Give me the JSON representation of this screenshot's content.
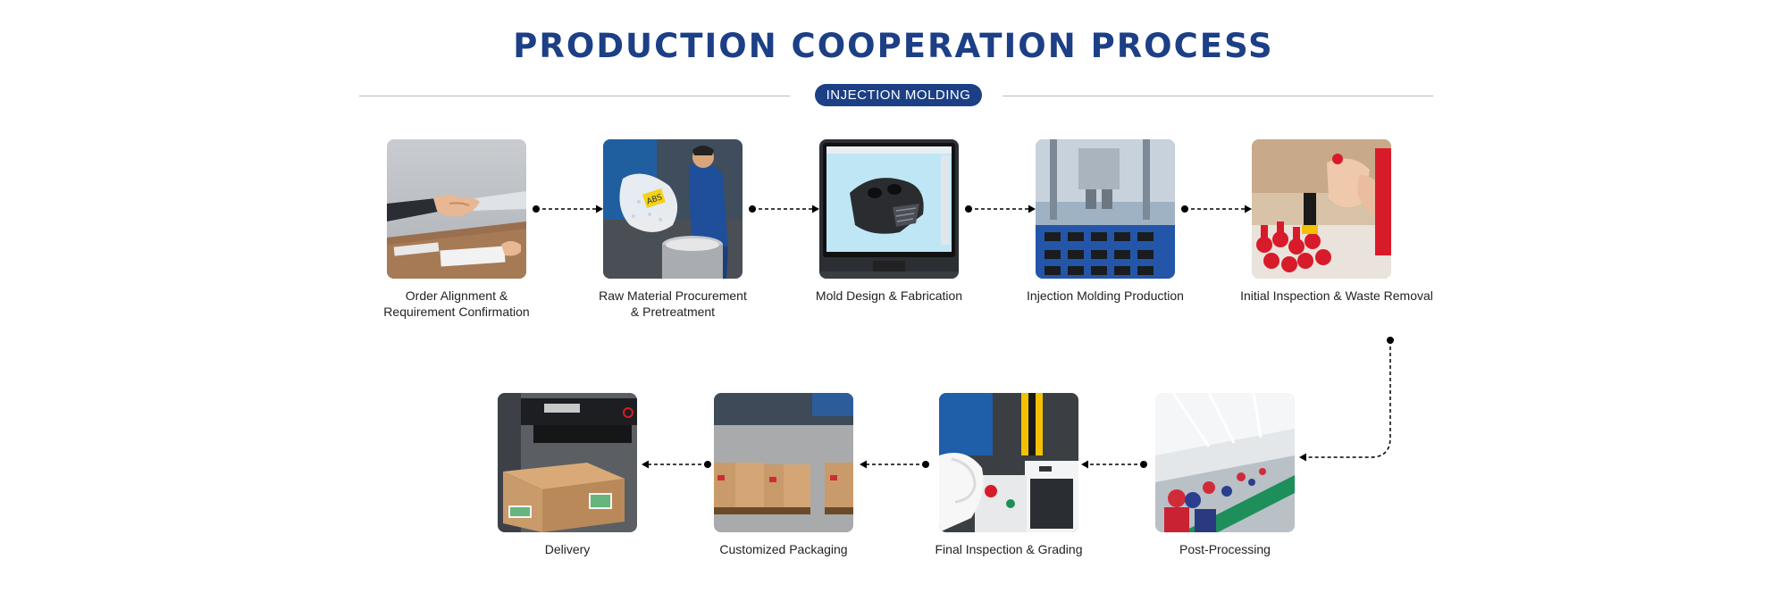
{
  "header": {
    "title": "PRODUCTION COOPERATION PROCESS",
    "badge": "INJECTION MOLDING"
  },
  "steps": [
    {
      "label": "Order Alignment &\nRequirement Confirmation",
      "icon": "handshake-photo"
    },
    {
      "label": "Raw Material Procurement\n& Pretreatment",
      "icon": "raw-material-photo",
      "bag_text": "ABS"
    },
    {
      "label": "Mold Design & Fabrication",
      "icon": "cad-monitor-photo"
    },
    {
      "label": "Injection Molding Production",
      "icon": "molding-machine-photo"
    },
    {
      "label": "Initial Inspection & Waste Removal",
      "icon": "inspection-photo"
    },
    {
      "label": "Post-Processing",
      "icon": "workshop-photo"
    },
    {
      "label": "Final Inspection & Grading",
      "icon": "grading-machine-photo"
    },
    {
      "label": "Customized Packaging",
      "icon": "packaging-photo"
    },
    {
      "label": "Delivery",
      "icon": "xray-scanner-photo"
    }
  ],
  "colors": {
    "brand": "#1c3f86",
    "connector": "#000000",
    "rule": "#bdbdbd"
  }
}
